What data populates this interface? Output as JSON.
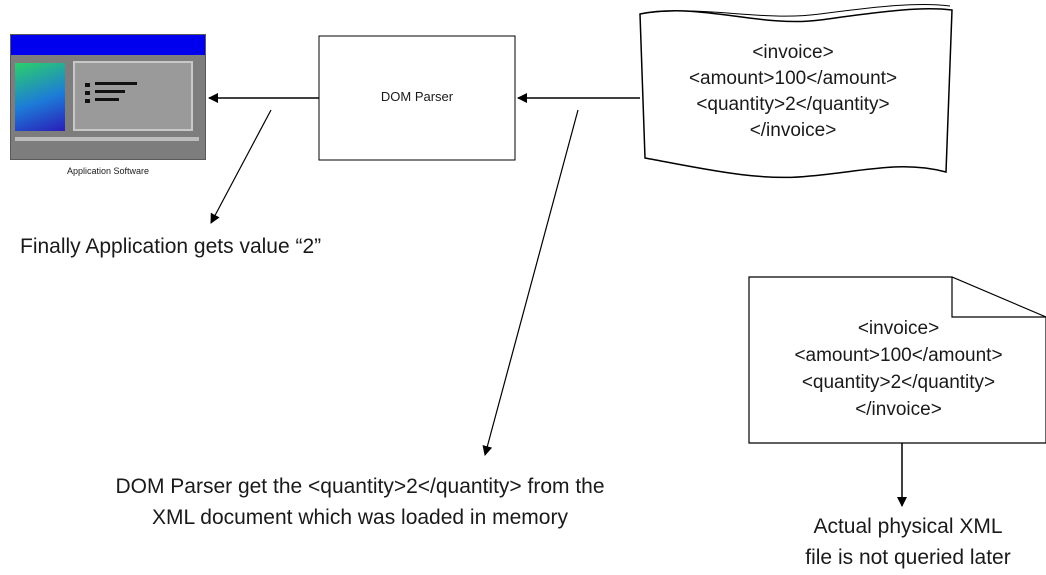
{
  "app_icon": {
    "label": "Application Software",
    "colors": {
      "titlebar": "#0000ee",
      "body": "#7d7d7d"
    }
  },
  "dom_parser": {
    "label": "DOM Parser"
  },
  "loaded_document": {
    "lines": [
      "<invoice>",
      "<amount>100</amount>",
      "<quantity>2</quantity>",
      "</invoice>"
    ]
  },
  "physical_file": {
    "lines": [
      "<invoice>",
      "<amount>100</amount>",
      "<quantity>2</quantity>",
      "</invoice>"
    ]
  },
  "captions": {
    "application_result": "Finally Application gets value “2”",
    "parser_note": [
      "DOM Parser get the <quantity>2</quantity> from the",
      "XML document which was loaded in memory"
    ],
    "file_note": [
      "Actual physical XML",
      "file is not queried later"
    ]
  }
}
